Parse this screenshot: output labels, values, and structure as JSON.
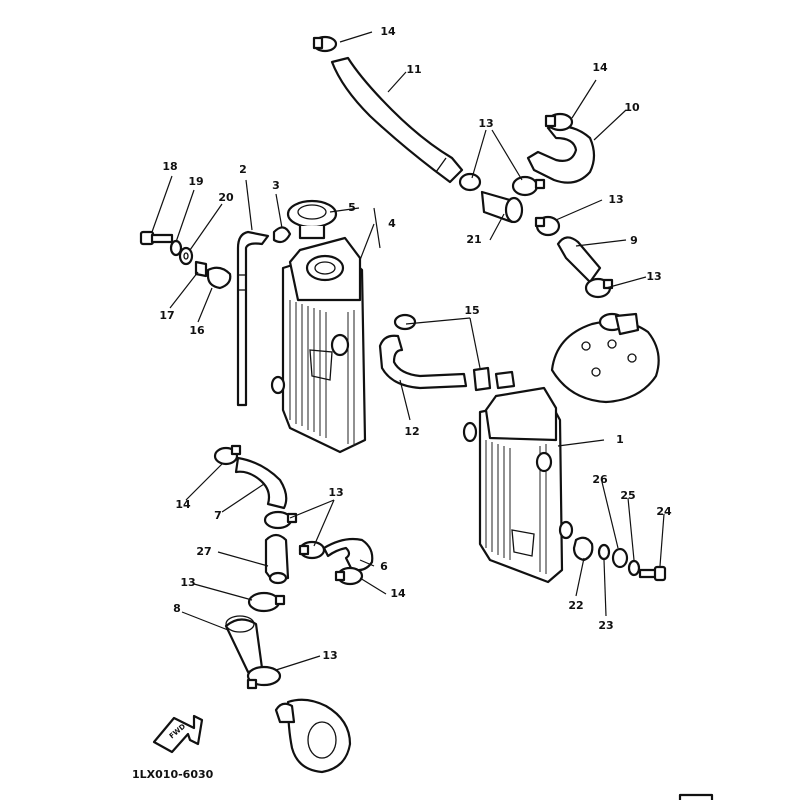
{
  "diagram": {
    "drawing_number": "1LX010-6030",
    "direction_label": "FWD",
    "callouts": [
      {
        "id": "c1",
        "text": "1"
      },
      {
        "id": "c2",
        "text": "2"
      },
      {
        "id": "c3",
        "text": "3"
      },
      {
        "id": "c4",
        "text": "4"
      },
      {
        "id": "c5",
        "text": "5"
      },
      {
        "id": "c6",
        "text": "6"
      },
      {
        "id": "c7",
        "text": "7"
      },
      {
        "id": "c8",
        "text": "8"
      },
      {
        "id": "c9",
        "text": "9"
      },
      {
        "id": "c10",
        "text": "10"
      },
      {
        "id": "c11",
        "text": "11"
      },
      {
        "id": "c12",
        "text": "12"
      },
      {
        "id": "c13a",
        "text": "13"
      },
      {
        "id": "c13b",
        "text": "13"
      },
      {
        "id": "c13c",
        "text": "13"
      },
      {
        "id": "c13d",
        "text": "13"
      },
      {
        "id": "c13e",
        "text": "13"
      },
      {
        "id": "c13f",
        "text": "13"
      },
      {
        "id": "c14a",
        "text": "14"
      },
      {
        "id": "c14b",
        "text": "14"
      },
      {
        "id": "c14c",
        "text": "14"
      },
      {
        "id": "c14d",
        "text": "14"
      },
      {
        "id": "c15",
        "text": "15"
      },
      {
        "id": "c16",
        "text": "16"
      },
      {
        "id": "c17",
        "text": "17"
      },
      {
        "id": "c18",
        "text": "18"
      },
      {
        "id": "c19",
        "text": "19"
      },
      {
        "id": "c20",
        "text": "20"
      },
      {
        "id": "c21",
        "text": "21"
      },
      {
        "id": "c22",
        "text": "22"
      },
      {
        "id": "c23",
        "text": "23"
      },
      {
        "id": "c24",
        "text": "24"
      },
      {
        "id": "c25",
        "text": "25"
      },
      {
        "id": "c26",
        "text": "26"
      },
      {
        "id": "c27",
        "text": "27"
      }
    ]
  }
}
